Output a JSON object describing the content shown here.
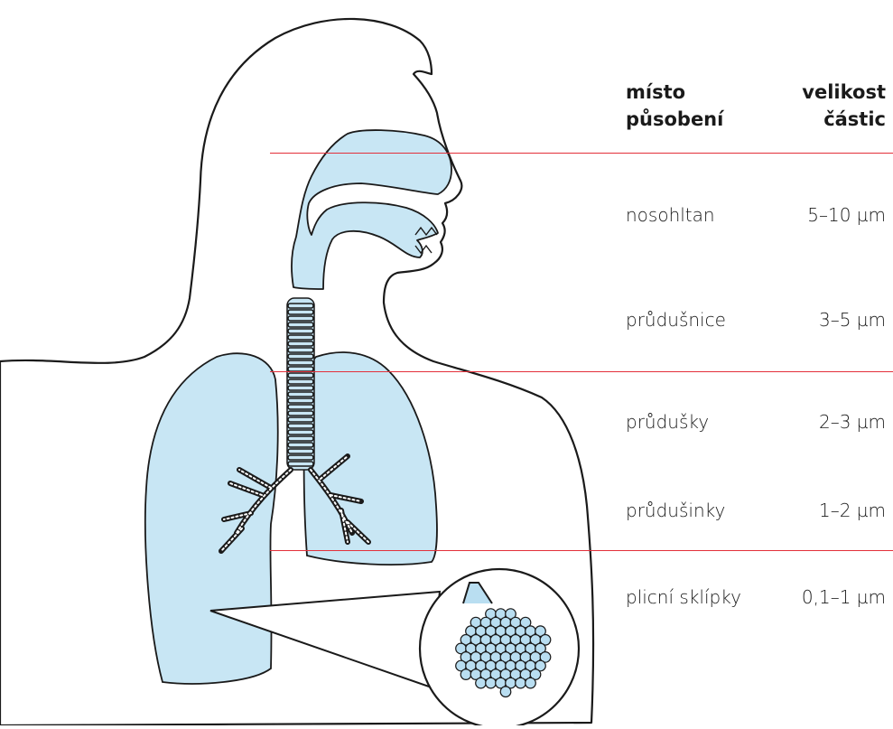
{
  "header": {
    "place_line1": "místo",
    "place_line2": "působení",
    "size_line1": "velikost",
    "size_line2": "částic"
  },
  "rows": [
    {
      "place": "nosohltan",
      "size": "5–10 µm"
    },
    {
      "place": "průdušnice",
      "size": "3–5 µm"
    },
    {
      "place": "průdušky",
      "size": "2–3 µm"
    },
    {
      "place": "průdušinky",
      "size": "1–2 µm"
    },
    {
      "place": "plicní sklípky",
      "size": "0,1–1 µm"
    }
  ],
  "colors": {
    "lung_fill": "#c8e6f4",
    "outline": "#1a1a1a",
    "separator": "#e3303a",
    "alveoli_fill": "#b9def1"
  },
  "icons": [
    "human-torso-outline",
    "respiratory-tract",
    "trachea",
    "bronchial-tree",
    "alveoli-magnifier"
  ]
}
